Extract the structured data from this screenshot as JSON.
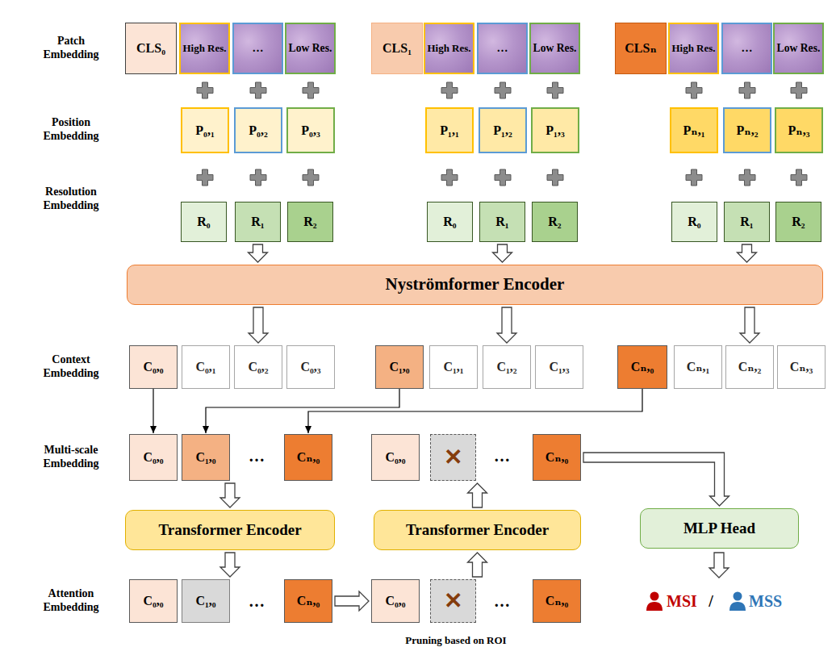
{
  "diagram": {
    "nodes": [
      {
        "text": [
          "CLS₀"
        ]
      },
      {
        "text": [
          "High Res."
        ]
      },
      {
        "text": [
          "…"
        ]
      },
      {
        "text": [
          "Low Res."
        ]
      },
      {
        "text": [
          "CLS₁"
        ]
      },
      {
        "text": [
          "High Res."
        ]
      },
      {
        "text": [
          "…"
        ]
      },
      {
        "text": [
          "Low Res."
        ]
      },
      {
        "text": [
          "CLSₙ"
        ]
      },
      {
        "text": [
          "High Res."
        ]
      },
      {
        "text": [
          "…"
        ]
      },
      {
        "text": [
          "Low Res."
        ]
      },
      {
        "text": [
          "P₀,₁"
        ]
      },
      {
        "text": [
          "P₀,₂"
        ]
      },
      {
        "text": [
          "P₀,₃"
        ]
      },
      {
        "text": [
          "P₁,₁"
        ]
      },
      {
        "text": [
          "P₁,₂"
        ]
      },
      {
        "text": [
          "P₁,₃"
        ]
      },
      {
        "text": [
          "Pₙ,₁"
        ]
      },
      {
        "text": [
          "Pₙ,₂"
        ]
      },
      {
        "text": [
          "Pₙ,₃"
        ]
      },
      {
        "text": [
          "R₀"
        ]
      },
      {
        "text": [
          "R₁"
        ]
      },
      {
        "text": [
          "R₂"
        ]
      },
      {
        "text": [
          "R₀"
        ]
      },
      {
        "text": [
          "R₁"
        ]
      },
      {
        "text": [
          "R₂"
        ]
      },
      {
        "text": [
          "R₀"
        ]
      },
      {
        "text": [
          "R₁"
        ]
      },
      {
        "text": [
          "R₂"
        ]
      },
      {
        "text": [
          "Nyströmformer Encoder"
        ]
      },
      {
        "text": [
          "C₀,₀"
        ]
      },
      {
        "text": [
          "C₀,₁"
        ]
      },
      {
        "text": [
          "C₀,₂"
        ]
      },
      {
        "text": [
          "C₀,₃"
        ]
      },
      {
        "text": [
          "C₁,₀"
        ]
      },
      {
        "text": [
          "C₁,₁"
        ]
      },
      {
        "text": [
          "C₁,₂"
        ]
      },
      {
        "text": [
          "C₁,₃"
        ]
      },
      {
        "text": [
          "Cₙ,₀"
        ]
      },
      {
        "text": [
          "Cₙ,₁"
        ]
      },
      {
        "text": [
          "Cₙ,₂"
        ]
      },
      {
        "text": [
          "Cₙ,₃"
        ]
      },
      {
        "text": [
          "C₀,₀"
        ]
      },
      {
        "text": [
          "C₁,₀"
        ]
      },
      {
        "text": [
          "Cₙ,₀"
        ]
      },
      {
        "text": [
          "C₀,₀"
        ]
      },
      {
        "text": [
          "✕"
        ]
      },
      {
        "text": [
          "Cₙ,₀"
        ]
      },
      {
        "text": [
          "Transformer Encoder"
        ]
      },
      {
        "text": [
          "Transformer Encoder"
        ]
      },
      {
        "text": [
          "MLP Head"
        ]
      },
      {
        "text": [
          "C₀,₀"
        ]
      },
      {
        "text": [
          "C₁,₀"
        ]
      },
      {
        "text": [
          "Cₙ,₀"
        ]
      },
      {
        "text": [
          "C₀,₀"
        ]
      },
      {
        "text": [
          "✕"
        ]
      },
      {
        "text": [
          "Cₙ,₀"
        ]
      }
    ],
    "edges": [
      {
        "from": 22,
        "to": 30,
        "arrow": "to"
      },
      {
        "from": 25,
        "to": 30,
        "arrow": "to"
      },
      {
        "from": 28,
        "to": 30,
        "arrow": "to"
      },
      {
        "from": 30,
        "to": 33,
        "arrow": "to"
      },
      {
        "from": 30,
        "to": 37,
        "arrow": "to"
      },
      {
        "from": 30,
        "to": 41,
        "arrow": "to"
      },
      {
        "from": 31,
        "to": 43,
        "arrow": "to"
      },
      {
        "from": 35,
        "to": 44,
        "arrow": "to"
      },
      {
        "from": 39,
        "to": 45,
        "arrow": "to"
      },
      {
        "from": 44,
        "to": 49,
        "arrow": "to"
      },
      {
        "from": 49,
        "to": 53,
        "arrow": "to"
      },
      {
        "from": 54,
        "to": 55,
        "arrow": "to"
      },
      {
        "from": 56,
        "to": 50,
        "arrow": "to"
      },
      {
        "from": 50,
        "to": 47,
        "arrow": "to"
      },
      {
        "from": 48,
        "to": 51,
        "arrow": "to"
      }
    ],
    "labels": [
      "Patch Embedding",
      "Position Embedding",
      "Resolution Embedding",
      "Context Embedding",
      "Multi-scale Embedding",
      "…",
      "…",
      "Attention Embedding",
      "…",
      "…",
      "Pruning based on ROI",
      "MSI",
      "/",
      "MSS"
    ]
  }
}
